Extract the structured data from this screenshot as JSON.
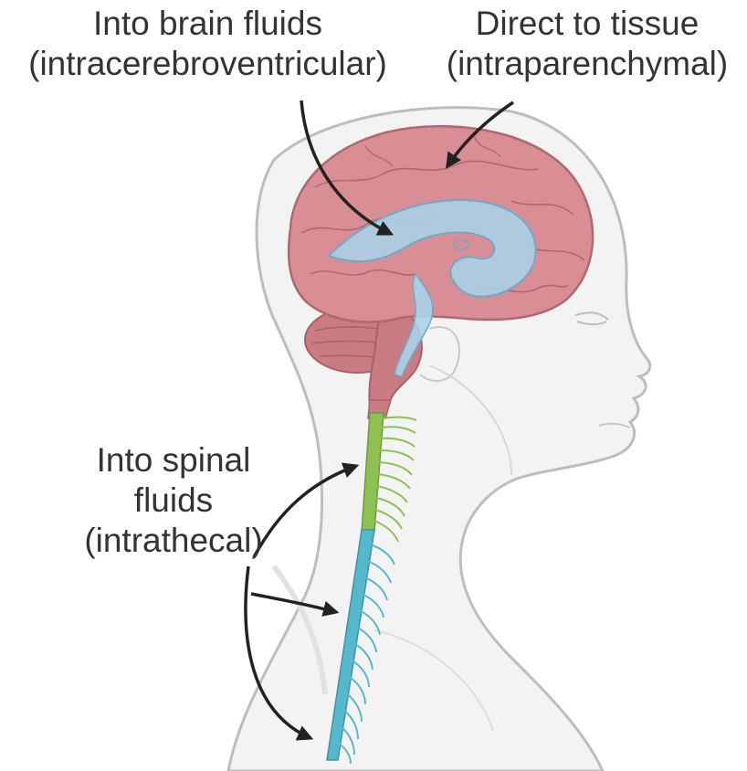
{
  "labels": {
    "brain_fluids": {
      "line1": "Into brain fluids",
      "line2": "(intracerebroventricular)"
    },
    "direct_tissue": {
      "line1": "Direct to tissue",
      "line2": "(intraparenchymal)"
    },
    "spinal_fluids": {
      "line1": "Into spinal",
      "line2": "fluids",
      "line3": "(intrathecal)"
    }
  },
  "colors": {
    "text": "#333333",
    "brain": "#d98e95",
    "ventricles": "#8ec4df",
    "cervical_cord": "#8fc152",
    "lower_cord": "#56b8cc",
    "head_outline": "#bdbdbd",
    "arrow": "#222222"
  }
}
